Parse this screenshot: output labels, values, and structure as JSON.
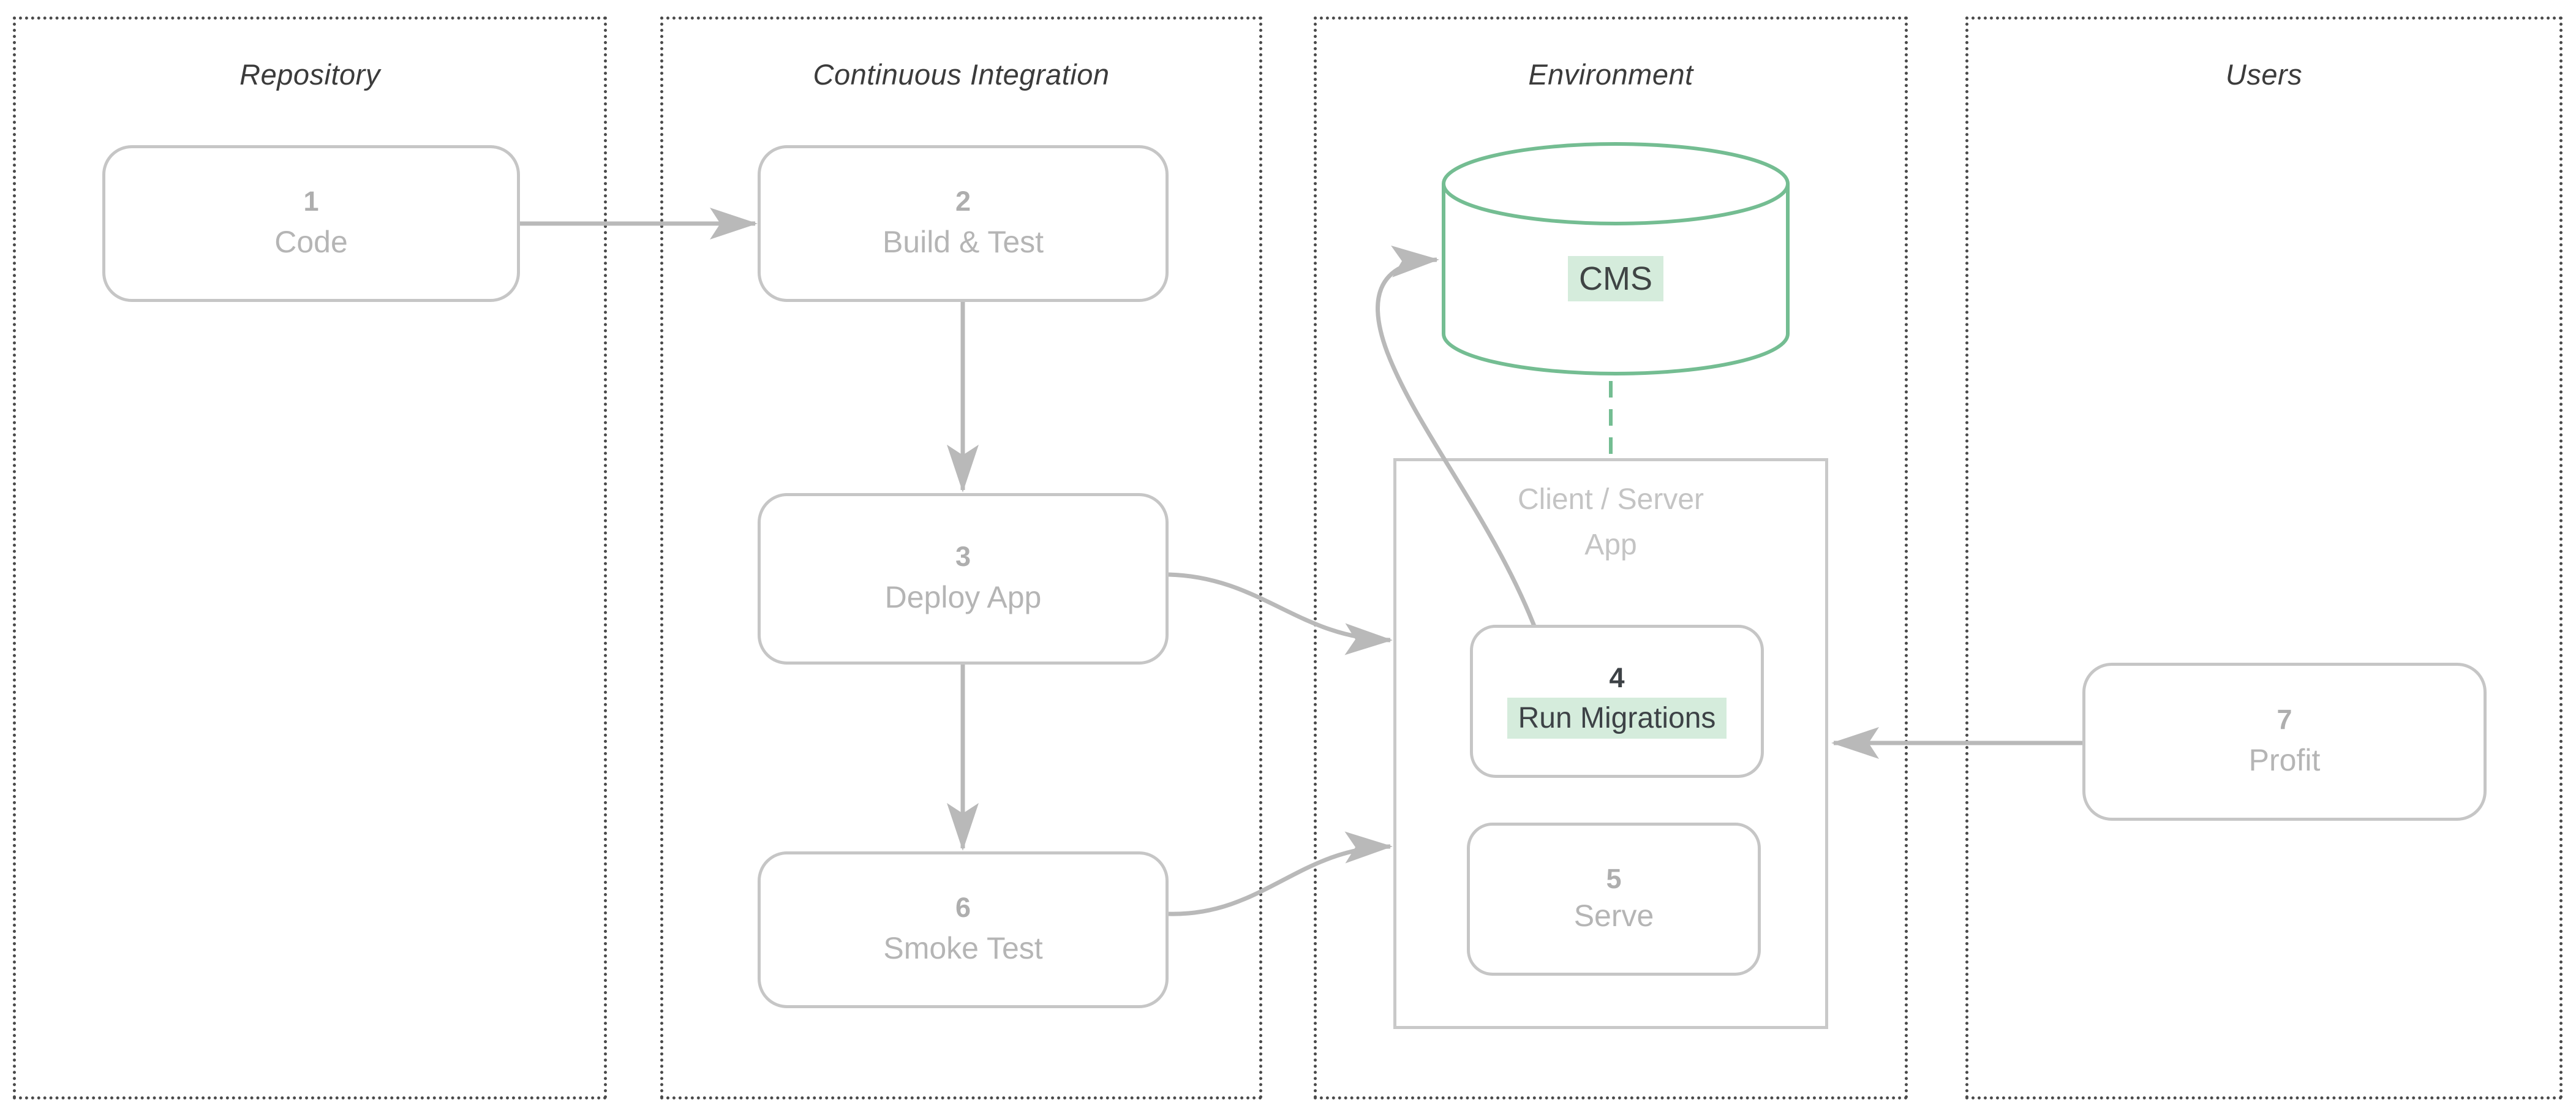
{
  "columns": {
    "repository": {
      "title": "Repository"
    },
    "ci": {
      "title": "Continuous Integration"
    },
    "environment": {
      "title": "Environment"
    },
    "users": {
      "title": "Users"
    }
  },
  "nodes": {
    "code": {
      "number": "1",
      "label": "Code"
    },
    "build_test": {
      "number": "2",
      "label": "Build & Test"
    },
    "deploy_app": {
      "number": "3",
      "label": "Deploy App"
    },
    "run_migrations": {
      "number": "4",
      "label": "Run Migrations",
      "highlighted": true
    },
    "serve": {
      "number": "5",
      "label": "Serve"
    },
    "smoke_test": {
      "number": "6",
      "label": "Smoke Test"
    },
    "profit": {
      "number": "7",
      "label": "Profit"
    }
  },
  "container": {
    "label_line1": "Client / Server",
    "label_line2": "App"
  },
  "database": {
    "label": "CMS"
  },
  "edges": [
    {
      "from": "code",
      "to": "build_test",
      "style": "solid",
      "arrowhead": true
    },
    {
      "from": "build_test",
      "to": "deploy_app",
      "style": "solid",
      "arrowhead": true
    },
    {
      "from": "deploy_app",
      "to": "smoke_test",
      "style": "solid",
      "arrowhead": true
    },
    {
      "from": "deploy_app",
      "to": "client_server_app",
      "style": "solid",
      "arrowhead": true
    },
    {
      "from": "smoke_test",
      "to": "client_server_app",
      "style": "solid",
      "arrowhead": true
    },
    {
      "from": "run_migrations",
      "to": "cms",
      "style": "solid",
      "arrowhead": true
    },
    {
      "from": "cms",
      "to": "client_server_app",
      "style": "dashed",
      "arrowhead": false
    },
    {
      "from": "profit",
      "to": "client_server_app",
      "style": "solid",
      "arrowhead": true
    }
  ],
  "colors": {
    "accent_green": "#74bd92",
    "highlight_green": "#d5ecdc",
    "box_border_gray": "#c6c6c6",
    "container_border_gray": "#c9c9c9",
    "arrow_gray": "#b9b9b9",
    "muted_text_gray": "#b5b5b5",
    "number_gray": "#aeaeae",
    "title_dark": "#3b3b3b",
    "dark_text": "#3f4444",
    "lane_border": "#4a4a4a"
  }
}
